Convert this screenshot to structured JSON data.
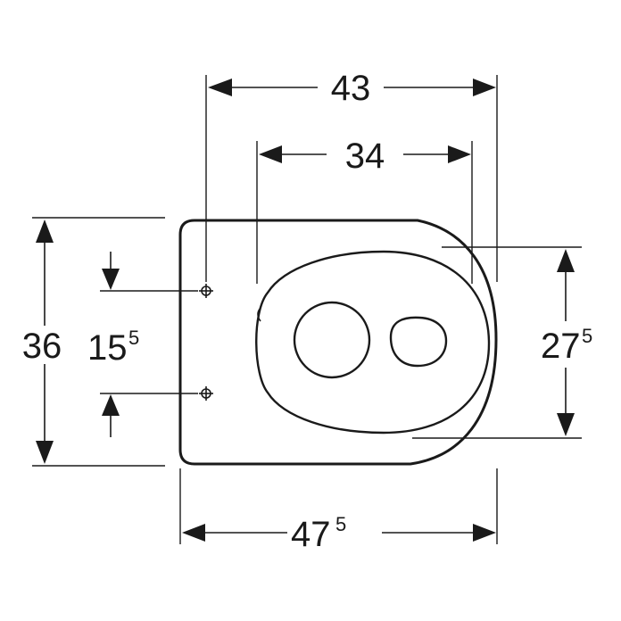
{
  "dimensions": {
    "width_top": {
      "value": "43"
    },
    "width_inner": {
      "value": "34"
    },
    "length_total": {
      "value": "47",
      "superscript": "5"
    },
    "height_total": {
      "value": "36"
    },
    "bolt_spacing": {
      "value": "15",
      "superscript": "5"
    },
    "seat_height": {
      "value": "27",
      "superscript": "5"
    }
  },
  "colors": {
    "line": "#1a1a1a",
    "background": "#ffffff"
  }
}
